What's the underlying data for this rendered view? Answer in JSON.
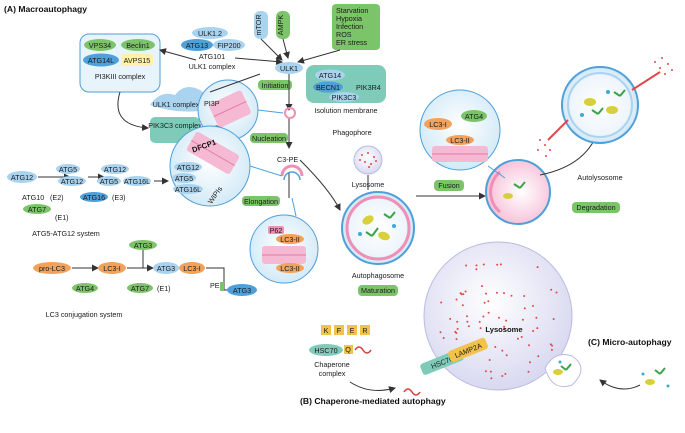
{
  "sections": {
    "macro": "(A) Macroautophagy",
    "chaperone": "(B) Chaperone-mediated autophagy",
    "micro": "(C) Micro-autophagy"
  },
  "pi3k_complex": {
    "vps34": "VPS34",
    "beclin1": "Beclin1",
    "atg14l": "ATG14L",
    "avps15": "AVPS15",
    "title": "PI3KIII complex"
  },
  "ulk_complex": {
    "ulk12": "ULK1.2",
    "atg13": "ATG13",
    "fip200": "FIP200",
    "atg101": "ATG101",
    "title": "ULK1 complex"
  },
  "regulators": {
    "mtor": "mTOR",
    "ampk": "AMPK",
    "stress": [
      "Starvation",
      "Hypoxia",
      "Infection",
      "ROS",
      "ER stress"
    ]
  },
  "center": {
    "ulk1": "ULK1",
    "initiation": "Initiation",
    "pi3p": "PI3P",
    "nucleation": "Nucleation",
    "c3pe": "C3-PE",
    "elongation": "Elongation"
  },
  "iso_membrane": {
    "atg14": "ATG14",
    "becn1": "BECN1",
    "pik3r4": "PIK3R4",
    "pik3c3": "PIK3C3",
    "title": "Isolution membrane"
  },
  "ulk_recruit": {
    "ulk1_complex": "ULK1 complex",
    "pik3c3_complex": "PIK3C3 complex"
  },
  "atg_system": {
    "atg12": "ATG12",
    "atg5": "ATG5",
    "atg12b": "ATG12",
    "atg12c": "ATG12",
    "atg5b": "ATG5",
    "atg16l": "ATG16L",
    "atg10": "ATG10",
    "e2": "(E2)",
    "atg7": "ATG7",
    "e1": "(E1)",
    "atg16": "ATG16",
    "e3": "(E3)",
    "title": "ATG5-ATG12 system"
  },
  "elong_bubble": {
    "dfcp1": "DFCP1",
    "wipi": "WIPIs",
    "atg12": "ATG12",
    "atg5": "ATG5",
    "atg16l": "ATG16L"
  },
  "lc3_system": {
    "atg3": "ATG3",
    "pro_lc3": "pro-LC3",
    "lc3i": "LC3-I",
    "atg3b": "ATG3",
    "lc3ib": "LC3-I",
    "atg4": "ATG4",
    "atg7": "ATG7",
    "e1": "(E1)",
    "pe": "PE",
    "atg3c": "ATG3",
    "lc3ii": "LC3-II",
    "title": "LC3 conjugation system"
  },
  "p62_bubble": {
    "p62": "P62",
    "lc3ii": "LC3-II"
  },
  "labels": {
    "phagophore": "Phagophore",
    "lysosome_top": "Lysosome",
    "autophagosome": "Autophagosome",
    "maturation": "Maturation",
    "fusion": "Fusion",
    "degradation": "Degradation",
    "autolysosome": "Autolysosome",
    "lysosome_big": "Lysosome"
  },
  "atg4_bubble": {
    "lc3i": "LC3-I",
    "atg4": "ATG4",
    "lc3ii": "LC3-II"
  },
  "cma": {
    "motif": [
      "K",
      "F",
      "E",
      "R"
    ],
    "hsc70": "HSC70",
    "q": "Q",
    "caption_line1": "Chaperone",
    "caption_line2": "complex",
    "hsc70_membrane": "HSC70",
    "lamp2a": "LAMP2A"
  },
  "colors": {
    "green": "#7cc46a",
    "blue": "#4f9fd9",
    "lightblue": "#a9d3ef",
    "orange": "#f2a25a",
    "pink": "#f08fb6",
    "teal": "#7fcbb9",
    "lysosome": "#e5e6f6"
  }
}
